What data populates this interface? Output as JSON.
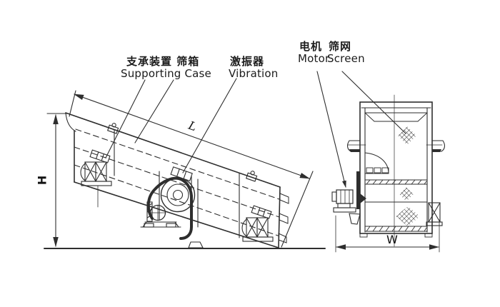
{
  "labels": {
    "supporting_case": {
      "cn": "支承装置 筛箱",
      "en": "Supporting Case"
    },
    "vibration": {
      "cn": "激振器",
      "en": "Vibration"
    },
    "motor": {
      "cn": "电机",
      "en": "Motor"
    },
    "screen": {
      "cn": "筛网",
      "en": "Screen"
    }
  },
  "dimensions": {
    "height": "H",
    "length": "L",
    "width": "W"
  },
  "colors": {
    "line": "#2e2e2e",
    "background": "#ffffff"
  }
}
